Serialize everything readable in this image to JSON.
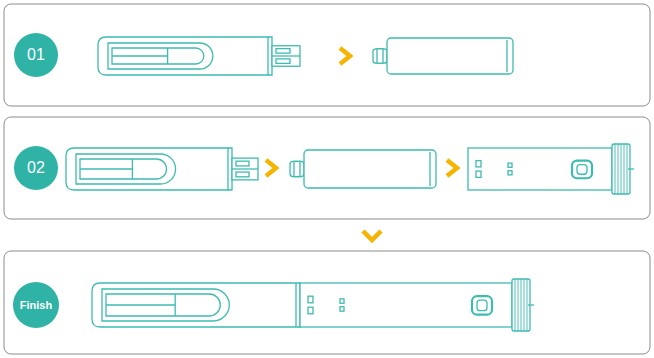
{
  "diagram": {
    "nodes": [
      {
        "text": [
          "01"
        ]
      },
      {
        "text": [
          "02"
        ]
      },
      {
        "text": [
          "Finish"
        ]
      }
    ]
  }
}
